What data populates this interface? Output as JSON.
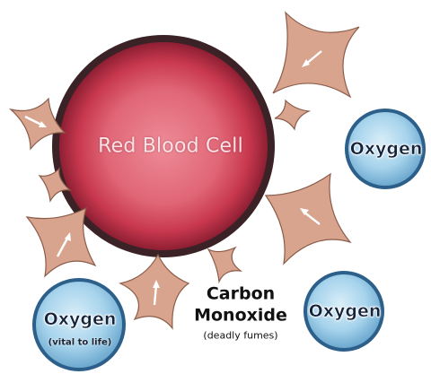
{
  "cell": {
    "label": "Red Blood Cell"
  },
  "oxygen": [
    {
      "label": "Oxygen",
      "sub": ""
    },
    {
      "label": "Oxygen",
      "sub": ""
    },
    {
      "label": "Oxygen",
      "sub": "(vital to life)"
    }
  ],
  "carbon_monoxide": {
    "line1": "Carbon",
    "line2": "Monoxide",
    "note": "(deadly fumes)"
  },
  "colors": {
    "cell_core": "#ee8b97",
    "cell_body": "#c8384e",
    "cell_rim": "#3b2226",
    "molecule_fill": "#d8a48e",
    "molecule_stroke": "#8b5c4a",
    "oxygen_fill": "#a6d3ec",
    "oxygen_rim": "#2c5f8a"
  }
}
